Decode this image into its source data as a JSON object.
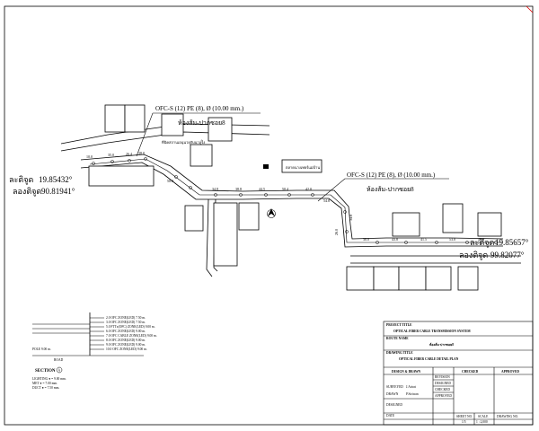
{
  "callouts": {
    "upper": {
      "spec": "OFC-S (12) PE (8), Ø (10.00 mm.)",
      "route": "ห้องส้ม-ปากซอย8"
    },
    "right": {
      "spec": "OFC-S (12) PE (8), Ø (10.00 mm.)",
      "route": "ห้องส้ม-ปากซอย8"
    }
  },
  "coordinates": {
    "left": {
      "lat_label": "ละติจูด",
      "lat_value": "19.85432°",
      "lon_label": "ลองติจูด",
      "lon_value": "90.81941°"
    },
    "right": {
      "lat_label": "ละติจูด",
      "lat_value": "19.85657°",
      "lon_label": "ลองติจูด",
      "lon_value": "99.82077°"
    }
  },
  "place_labels": {
    "road_upper": "ทีนิคสถานเอนุนวยุกับนาลูร์ิง",
    "building_mid": "ตลาดนางเทยร์แม่บ้าน"
  },
  "segment_labels": {
    "top": [
      "10.0",
      "35.0",
      "26.4",
      "38.0"
    ],
    "road": [
      "50.0",
      "34.8",
      "38.8",
      "44.5",
      "50.4",
      "42.0",
      "54.8"
    ],
    "bottom": [
      "38.0",
      "43.8",
      "41.5",
      "53.0",
      "45.0"
    ],
    "vertical": [
      "26.0",
      "34.8"
    ]
  },
  "section": {
    "label": "SECTION",
    "marker": "A",
    "rows": [
      "LIGHTING ● = 9.00 mm.",
      "MET ● = 7.00 mm.",
      "DUCT ● = 7.50 mm."
    ],
    "base_label": "ROAD",
    "mid_label": "POLE 9.00 m.",
    "callouts": [
      "2.0 OFC ZONE(LED) 7.50 m.",
      "3.0 OFC ZONE(LED) 7.50 m.",
      "5.0 FTTx(OFC) ZONE(LED) 9.00 m.",
      "6.0 OFC ZONE(LED) 9.00 m.",
      "7.0 OFC CABLE ZONE(LED) 9.00 m.",
      "8.0 OFC ZONE(LED) 9.00 m.",
      "9.0 OFC ZONE(LED) 9.00 m.",
      "10.0 OFC ZONE(LED) 9.00 m."
    ]
  },
  "title_block": {
    "project_title_label": "PROJECT TITLE",
    "project_title": "OPTICAL FIBER CABLE TRANSMISSION SYSTEM",
    "route_name_label": "ROUTE NAME",
    "route_name": "ห้องส้ม-ปากซอย8",
    "drawing_title_label": "DRAWING TITLE",
    "drawing_title": "OPTICAL FIBER CABLE DETAIL PLAN",
    "col_design": "DESIGN & DRAWN",
    "col_checked": "CHECKED",
    "col_approved": "APPROVED",
    "rows": [
      "SURVEYED",
      "DRAWN",
      "DESIGNED",
      "DATE"
    ],
    "surveyed_value": "J.Arirat",
    "drawn_value": "P.Siriwan",
    "rev_labels": [
      "REVISION",
      "DESIGNED",
      "CHECKED",
      "APPROVED"
    ],
    "sheet_label": "SHEET NO.",
    "sheet_value": "1/5",
    "scale_label": "SCALE",
    "scale_value": "1 : 2,000",
    "drawing_no_label": "DRAWING NO."
  }
}
